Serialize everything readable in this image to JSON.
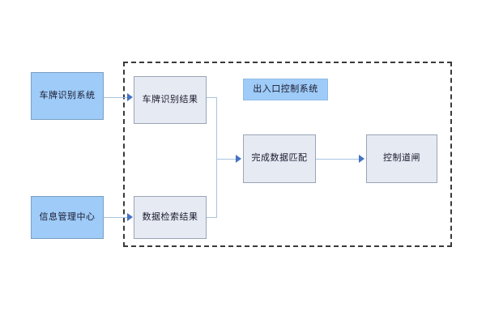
{
  "diagram": {
    "title_tag": "出入口控制系统",
    "nodes": {
      "plate_recognition_system": "车牌识别系统",
      "plate_recognition_result": "车牌识别结果",
      "info_management_center": "信息管理中心",
      "data_retrieval_result": "数据检索结果",
      "data_matching_done": "完成数据匹配",
      "barrier_control": "控制道闸"
    },
    "colors": {
      "source_fill": "#9ecbf7",
      "source_border": "#7a9fc4",
      "process_fill": "#e6ebf3",
      "process_border": "#9aa4b4",
      "connector": "#a8c4e0",
      "arrowhead": "#4472c4",
      "group_border": "#3a3a3a",
      "background": "#ffffff"
    }
  }
}
